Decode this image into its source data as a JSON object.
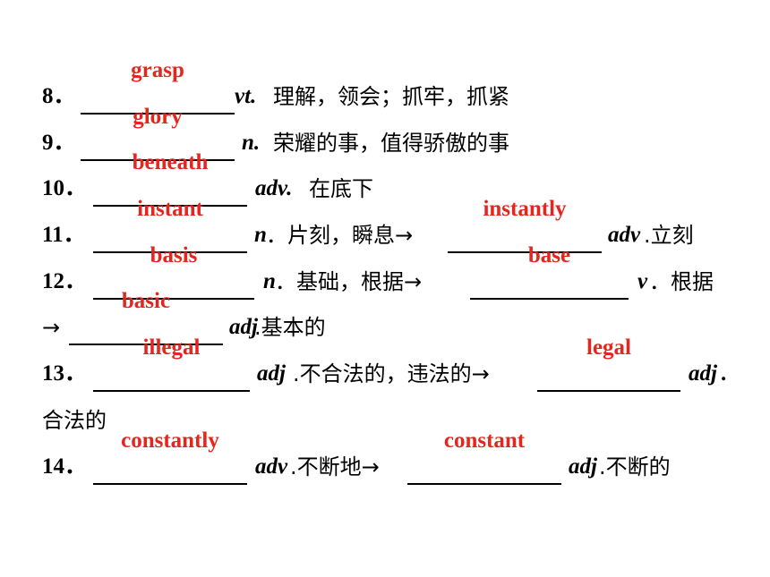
{
  "accent_color": "#e5261f",
  "items": [
    {
      "num": "8．",
      "answer": "grasp",
      "pos": "vt.",
      "meaning": "理解，领会；抓牢，抓紧"
    },
    {
      "num": "9．",
      "answer": "glory",
      "pos": "n.",
      "meaning": "荣耀的事，值得骄傲的事"
    },
    {
      "num": "10．",
      "answer": "beneath",
      "pos": "adv.",
      "meaning": "在底下"
    },
    {
      "num": "11．",
      "answer": "instant",
      "pos": "n",
      "meaning": "．片刻，瞬息→",
      "answer2": "instantly",
      "pos2": "adv",
      "meaning2": ".立刻"
    },
    {
      "num": "12．",
      "answer": "basis",
      "pos": "n",
      "meaning": "．基础，根据→",
      "answer2": "base",
      "pos2": "v",
      "meaning2": "．根据"
    },
    {
      "prefix": "→",
      "answer3": "basic",
      "pos3": "adj",
      "meaning3": ".基本的"
    },
    {
      "num": "13．",
      "answer": "illegal",
      "pos": "adj",
      "meaning": ".不合法的，违法的→",
      "answer2": "legal",
      "pos2": "adj",
      "meaning2": "."
    },
    {
      "meaning3": "合法的"
    },
    {
      "num": "14．",
      "answer": "constantly",
      "pos": "adv",
      "meaning": ".不断地→",
      "answer2": "constant",
      "pos2": "adj",
      "meaning2": ".不断的"
    }
  ]
}
